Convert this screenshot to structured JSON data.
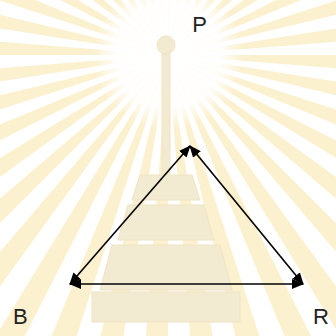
{
  "diagram": {
    "nodes": [
      {
        "text": [
          "P"
        ]
      },
      {
        "text": [
          "B"
        ]
      },
      {
        "text": [
          "R"
        ]
      }
    ],
    "edges": [
      {
        "from": 0,
        "to": 1,
        "arrow": "both"
      },
      {
        "from": 0,
        "to": 2,
        "arrow": "both"
      },
      {
        "from": 1,
        "to": 2,
        "arrow": "both"
      }
    ]
  }
}
